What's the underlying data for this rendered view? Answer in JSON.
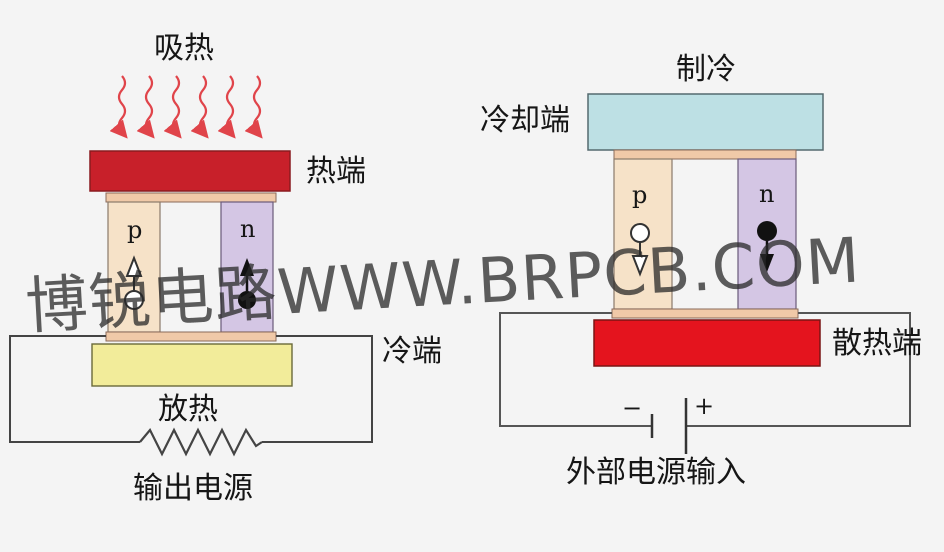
{
  "left": {
    "absorb_heat": "吸热",
    "hot_end": "热端",
    "cold_end": "冷端",
    "release_heat": "放热",
    "output_power": "输出电源",
    "p_label": "p",
    "n_label": "n"
  },
  "right": {
    "cooling": "制冷",
    "cooling_end": "冷却端",
    "heat_sink_end": "散热端",
    "input_power": "外部电源输入",
    "minus": "−",
    "plus": "+",
    "p_label": "p",
    "n_label": "n"
  },
  "watermark": "博锐电路WWW.BRPCB.COM",
  "colors": {
    "hot_plate": "#c8202a",
    "cold_plate_left": "#f2ec9a",
    "cooling_plate": "#bde0e4",
    "heat_sink_plate": "#e4141e",
    "p_leg": "#f6e2c8",
    "n_leg": "#d4c6e4",
    "wavy_arrows": "#e0444a"
  }
}
